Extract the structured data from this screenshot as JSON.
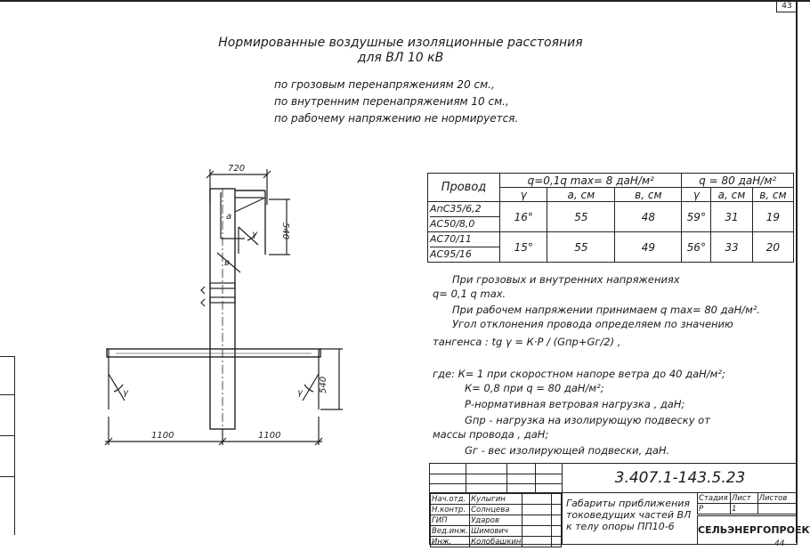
{
  "sheet_number": "43",
  "page_corner": "44",
  "title": {
    "line1": "Нормированные воздушные изоляционные расстояния",
    "line2": "для ВЛ 10 кВ"
  },
  "notes": [
    "по   грозовым  перенапряжениям  20 см.,",
    "по   внутренним  перенапряжениям  10 см.,",
    "по   рабочему  напряжению  не  нормируется."
  ],
  "drawing": {
    "dim_top": "720",
    "dim_a": "а",
    "dim_b": "в",
    "dim_gamma": "γ",
    "dim_540_top": "540",
    "dim_540_right": "540",
    "dim_left": "1100",
    "dim_right": "1100"
  },
  "table": {
    "header": {
      "provod": "Провод",
      "group1": "q=0,1q max= 8 даН/м²",
      "group2": "q = 80 даН/м²",
      "gamma": "γ",
      "a": "а, см",
      "b": "в, см"
    },
    "rows": [
      {
        "wires": [
          "АпС35/6,2",
          "АС50/8,0"
        ],
        "g1": "16°",
        "a1": "55",
        "b1": "48",
        "g2": "59°",
        "a2": "31",
        "b2": "19"
      },
      {
        "wires": [
          "АС70/11",
          "АС95/16"
        ],
        "g1": "15°",
        "a1": "55",
        "b1": "49",
        "g2": "56°",
        "a2": "33",
        "b2": "20"
      }
    ]
  },
  "explanation": [
    "При грозовых и внутренних  напряжениях",
    "q= 0,1 q max.",
    "При рабочем напряжении принимаем q max= 80 даН/м².",
    "Угол отклонения провода определяем по значению",
    "тангенса :  tg γ = К·Р / (Gпр+Gг/2) ,",
    "где: К= 1 при скоростном напоре ветра до 40 даН/м²;",
    "К= 0,8 при  q = 80 даН/м²;",
    "Р-нормативная  ветровая  нагрузка ,  даН;",
    "Gпр - нагрузка на изолирующую подвеску от",
    "массы провода , даН;",
    "Gг - вес изолирующей подвески, даН."
  ],
  "stamp": {
    "code": "3.407.1-143.5.23",
    "roles": [
      "Нач.отд.",
      "Н.контр.",
      "ГИП",
      "Вед.инж.",
      "Инж."
    ],
    "names": [
      "Кулыгин",
      "Солнцева",
      "Ударов",
      "Шимович",
      "Колобашкин"
    ],
    "doc_title": [
      "Габариты приближения",
      "токоведущих частей ВЛ",
      "к телу опоры ПП10-6"
    ],
    "stage_label": "Стадия",
    "sheet_label": "Лист",
    "sheets_label": "Листов",
    "stage": "Р",
    "sheet": "1",
    "org": "СЕЛЬЭНЕРГОПРОЕКТ"
  }
}
